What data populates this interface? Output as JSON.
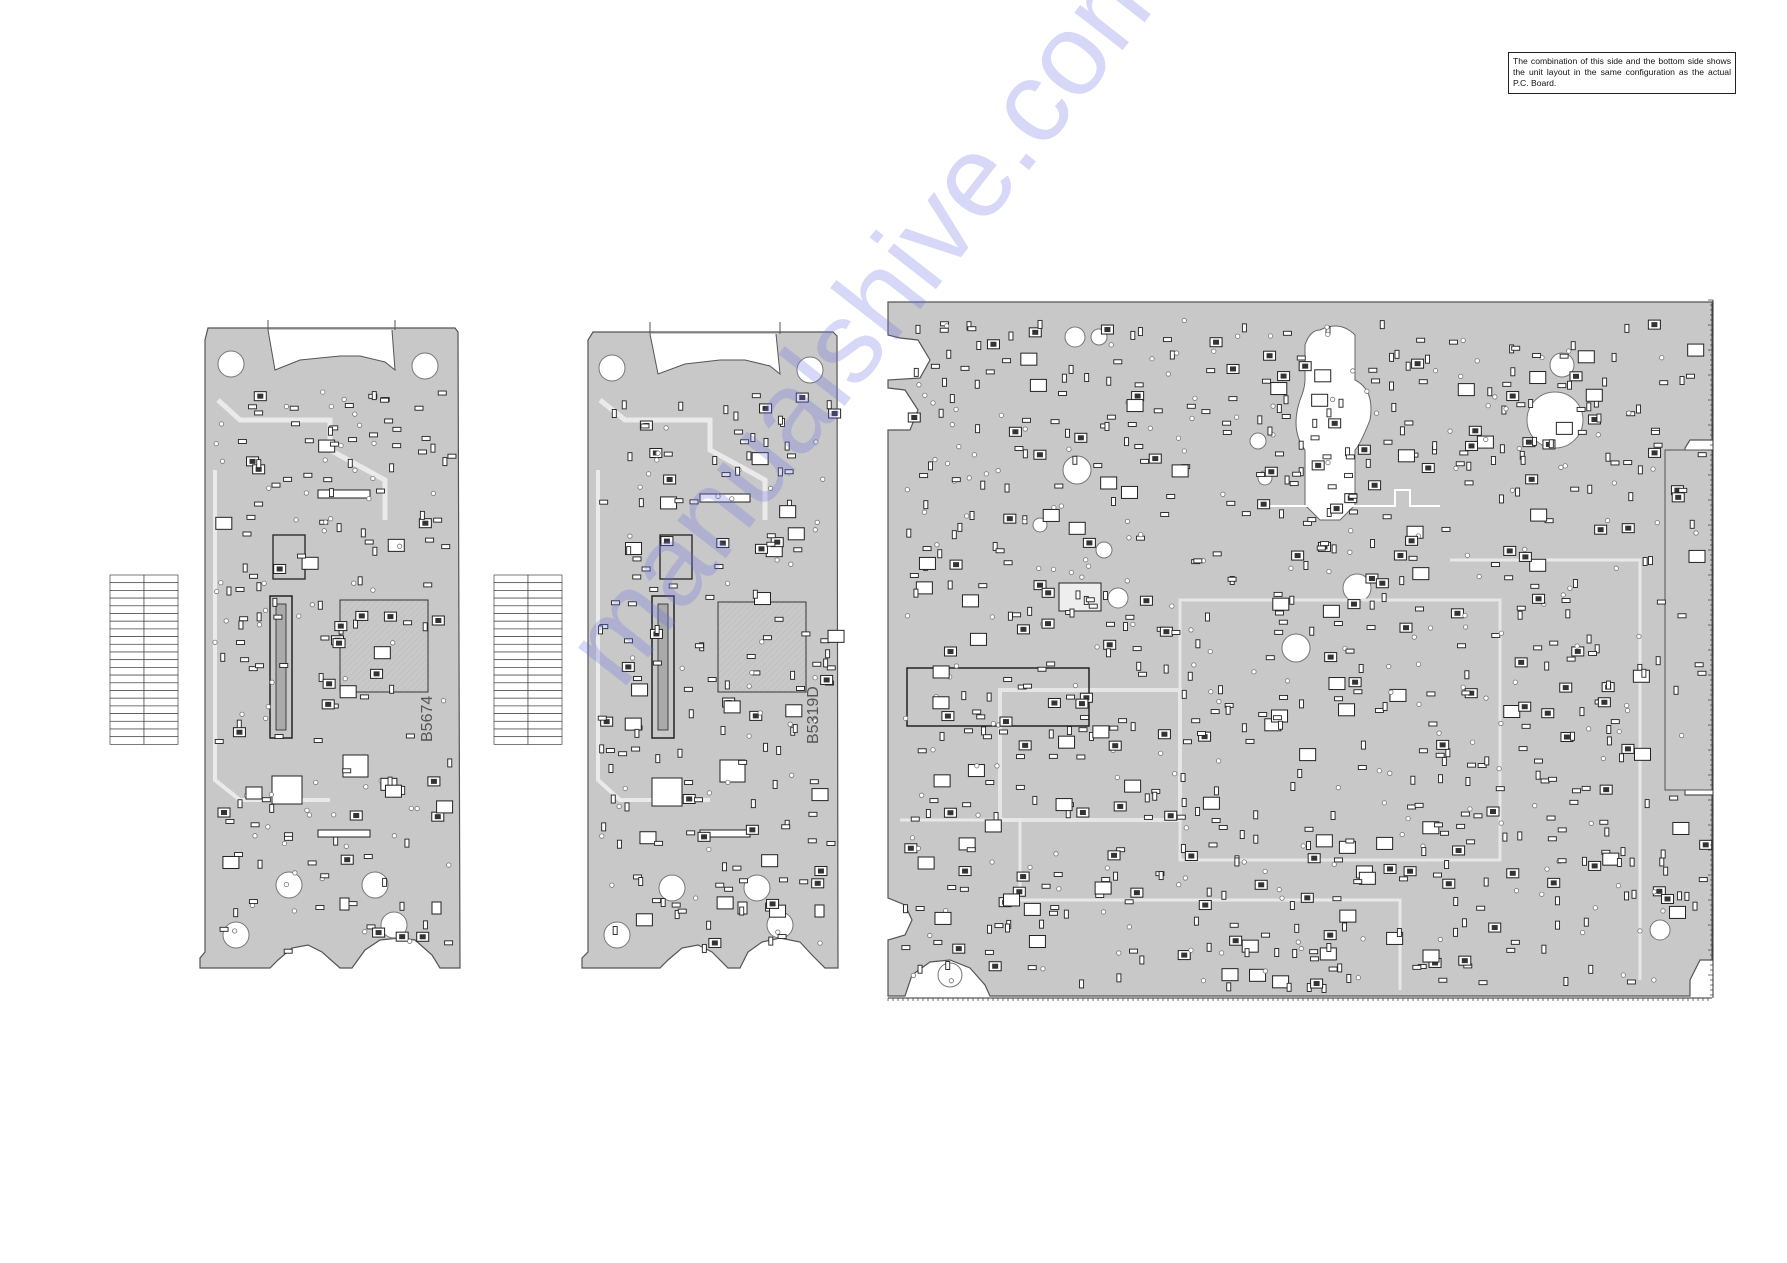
{
  "note": "The combination of this side and the bottom side shows the unit layout in the same configuration as the actual P.C. Board.",
  "boards": [
    {
      "id": "left-board",
      "label": "B5674"
    },
    {
      "id": "middle-board",
      "label": "B5319D"
    },
    {
      "id": "main-board",
      "label": ""
    }
  ],
  "connector_rows": 22,
  "watermark": "manualshive.com",
  "colors": {
    "board_fill": "#c8c8c8",
    "trace": "#e8e8e8",
    "outline": "#555555",
    "component": "#222222",
    "watermark": "#6e6ee6"
  }
}
